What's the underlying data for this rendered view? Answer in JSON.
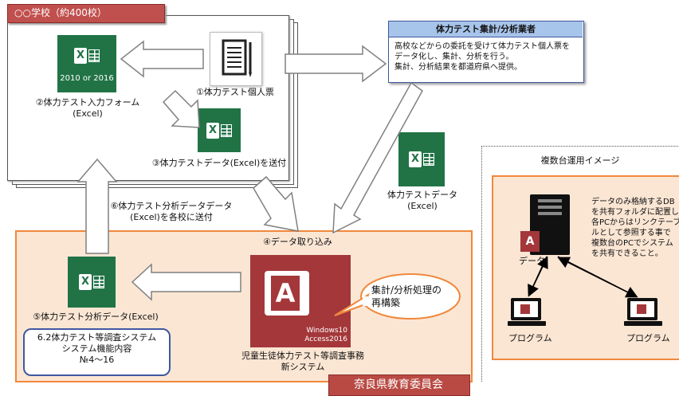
{
  "school": {
    "title": "○○学校（約400校）",
    "excel_form_badge": "2010 or 2016",
    "form_label_line1": "②体力テスト入力フォーム",
    "form_label_line2": "(Excel)",
    "sheet_label": "①体力テスト個人票",
    "send_label": "③体力テストデータ(Excel)を送付"
  },
  "vendor": {
    "title": "体力テスト集計/分析業者",
    "desc_line1": "高校などからの委託を受けて体力テスト個人票を",
    "desc_line2": "データ化し、集計、分析を行う。",
    "desc_line3": "集計、分析結果を都道府県へ提供。"
  },
  "vendor_data": {
    "label_line1": "体力テストデータ",
    "label_line2": "(Excel)"
  },
  "return_label": {
    "line1": "⑥体力テスト分析データデータ",
    "line2": "(Excel)を各校に送付"
  },
  "board": {
    "import_label": "④データ取り込み",
    "analysis_label": "⑤体力テスト分析データ(Excel)",
    "scope_line1": "6.2体力テスト等調査システム",
    "scope_line2": "システム機能内容",
    "scope_line3": "№4～16",
    "access_badge_line1": "Windows10",
    "access_badge_line2": "Access2016",
    "system_line1": "児童生徒体力テスト等調査事務",
    "system_line2": "新システム",
    "bubble_line1": "集計/分析処理の",
    "bubble_line2": "再構築",
    "org_name": "奈良県教育委員会"
  },
  "multi": {
    "title": "複数台運用イメージ",
    "desc_lines": [
      "データのみ格納するDB",
      "を共有フォルダに配置し、",
      "各PCからはリンクテーブ",
      "ルとして参照する事で",
      "複数台のPCでシステム",
      "を共有できること。"
    ],
    "data_label": "データ",
    "program_left": "プログラム",
    "program_right": "プログラム"
  },
  "colors": {
    "excel_green": "#217346",
    "access_red": "#a4373a",
    "orange_border": "#f0883c",
    "orange_fill": "#fbe6d4",
    "school_header": "#c0504d",
    "vendor_header": "#8db3e2",
    "scope_border": "#3f59a0",
    "org_fill": "#b94a43"
  }
}
